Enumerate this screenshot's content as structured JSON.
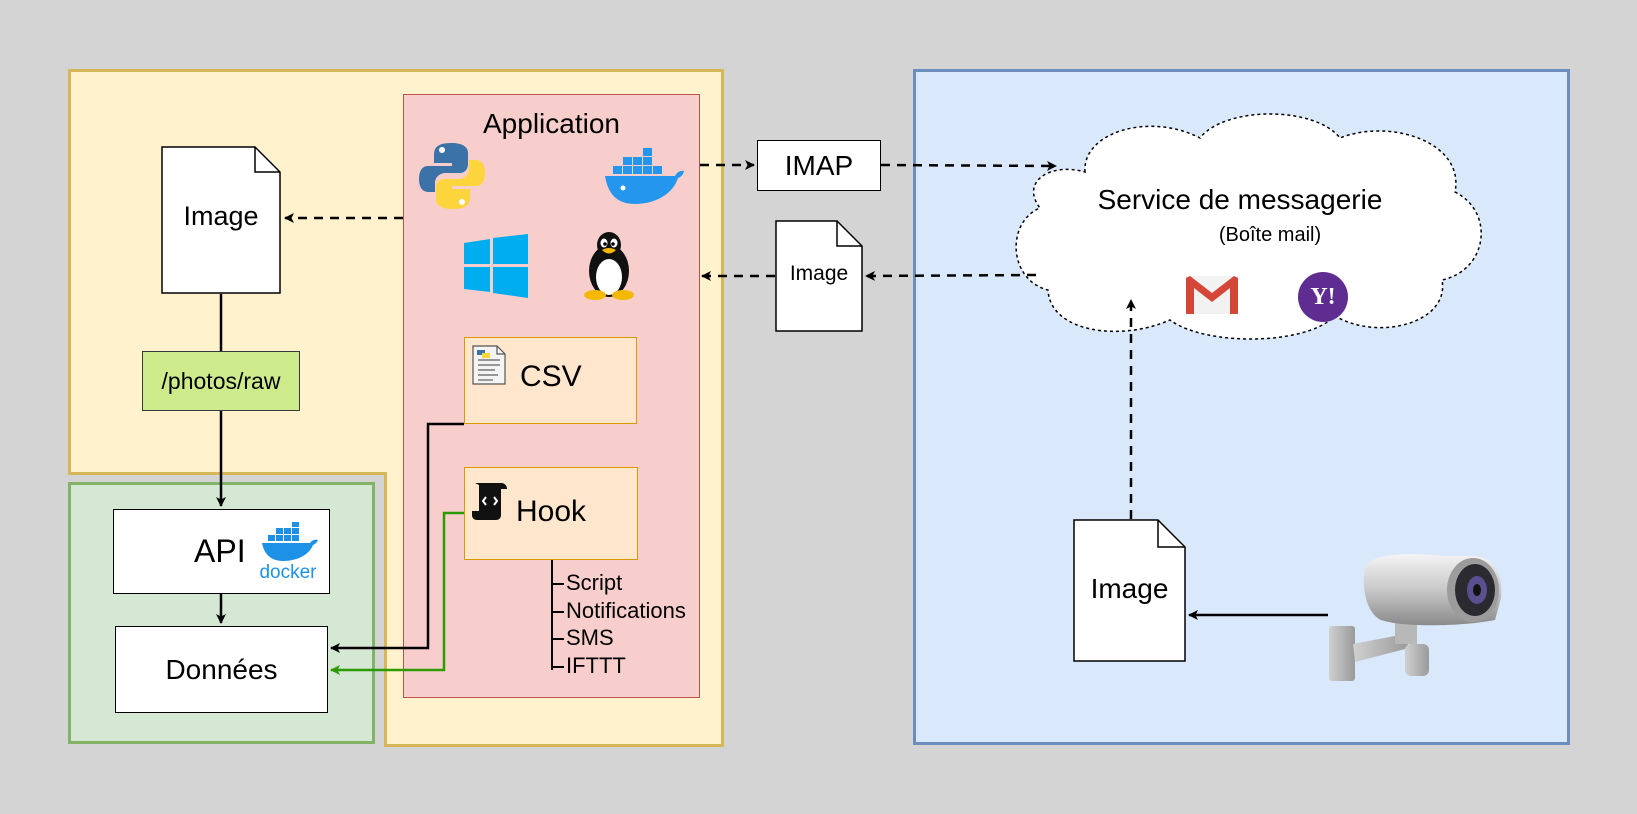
{
  "application": {
    "title": "Application"
  },
  "left": {
    "image_label": "Image",
    "path_label": "/photos/raw"
  },
  "storage": {
    "api_label": "API",
    "docker_word": "docker",
    "data_label": "Données"
  },
  "app_items": {
    "csv_label": "CSV",
    "hook_label": "Hook"
  },
  "hook_actions": [
    "Script",
    "Notifications",
    "SMS",
    "IFTTT"
  ],
  "middle": {
    "imap_label": "IMAP",
    "image_label": "Image"
  },
  "mail": {
    "title": "Service de messagerie",
    "subtitle": "(Boîte mail)",
    "yahoo_mark": "Y!"
  },
  "camera_side": {
    "image_label": "Image"
  },
  "icons": [
    "python-icon",
    "docker-whale-icon",
    "windows-icon",
    "linux-tux-icon",
    "python-script-icon",
    "script-scroll-icon",
    "gmail-icon",
    "yahoo-icon",
    "security-camera-icon"
  ],
  "colors": {
    "zone_yellow": "#fff2cc",
    "zone_green": "#d5e8d4",
    "zone_blue": "#dae8fc",
    "zone_red": "#f8cecc",
    "box_orange": "#ffe6cc",
    "path_green": "#cdeb8b",
    "green_arrow": "#2d9a00",
    "docker_blue": "#1d91e6"
  }
}
